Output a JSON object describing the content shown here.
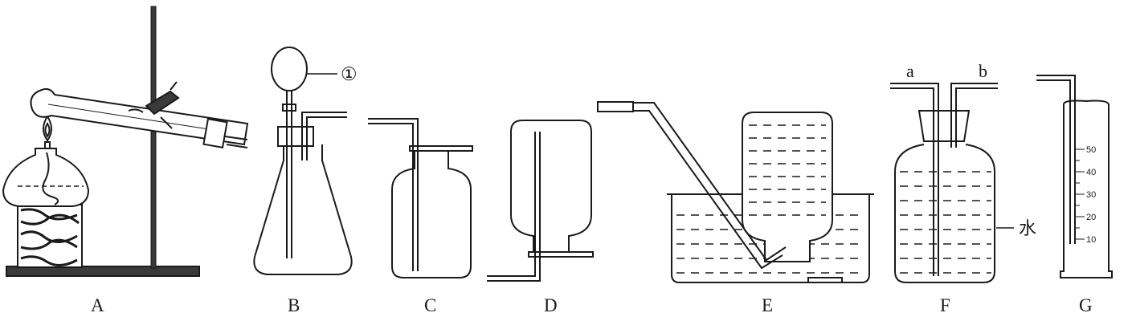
{
  "apparatus_labels": {
    "A": "A",
    "B": "B",
    "C": "C",
    "D": "D",
    "E": "E",
    "F": "F",
    "G": "G"
  },
  "funnel_marker": "①",
  "tube_labels": {
    "a": "a",
    "b": "b"
  },
  "water_label": "水",
  "cylinder_scale": [
    "50",
    "40",
    "30",
    "20",
    "10"
  ]
}
